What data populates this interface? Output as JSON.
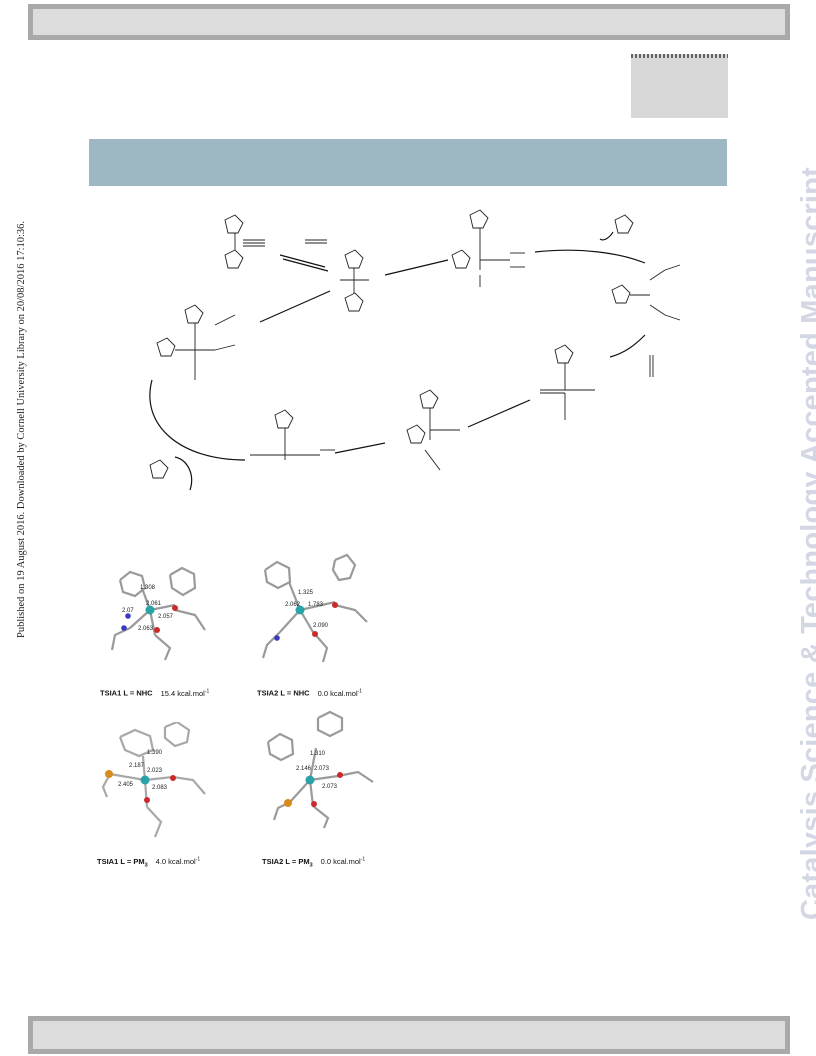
{
  "header": {
    "bar_color": "#a9a9a9",
    "fill_color": "#dcdcdc"
  },
  "banner": {
    "color": "#9db7c3"
  },
  "published_note": "Published on 19 August 2016. Downloaded by Cornell University Library on 20/08/2016 17:10:36.",
  "watermark": "Catalysis Science & Technology Accepted Manuscript",
  "scheme": {
    "icon": "catalytic-cycle-scheme"
  },
  "panels": [
    {
      "id": "tsia1-nhc",
      "atom_colors": {
        "metal": "#2aa3a8",
        "oxygen": "#cc2a2a",
        "nitrogen": "#3a3ac0"
      },
      "bonds": [
        "1.308",
        "2.061",
        "2.07",
        "2.057",
        "2.063"
      ],
      "caption": {
        "label": "TSIA1 L = NHC",
        "energy": "15.4 kcal.mol",
        "sup": "-1"
      }
    },
    {
      "id": "tsia2-nhc",
      "atom_colors": {
        "metal": "#2aa3a8",
        "oxygen": "#cc2a2a",
        "nitrogen": "#3a3ac0"
      },
      "bonds": [
        "1.325",
        "2.062",
        "1.783",
        "2.090"
      ],
      "caption": {
        "label": "TSIA2 L = NHC",
        "energy": "0.0 kcal.mol",
        "sup": "-1"
      }
    },
    {
      "id": "tsia1-pm3",
      "atom_colors": {
        "metal": "#2aa3a8",
        "oxygen": "#cc2a2a",
        "phosphorus": "#d98a1e"
      },
      "bonds": [
        "1.390",
        "2.187",
        "2.023",
        "2.405",
        "2.083"
      ],
      "caption": {
        "label": "TSIA1 L = PM",
        "label_sub": "3",
        "energy": "4.0 kcal.mol",
        "sup": "-1"
      }
    },
    {
      "id": "tsia2-pm3",
      "atom_colors": {
        "metal": "#2aa3a8",
        "oxygen": "#cc2a2a",
        "phosphorus": "#d98a1e"
      },
      "bonds": [
        "1.310",
        "2.146",
        "2.073",
        "2.073"
      ],
      "caption": {
        "label": "TSIA2 L = PM",
        "label_sub": "3",
        "energy": "0.0 kcal.mol",
        "sup": "-1"
      }
    }
  ]
}
